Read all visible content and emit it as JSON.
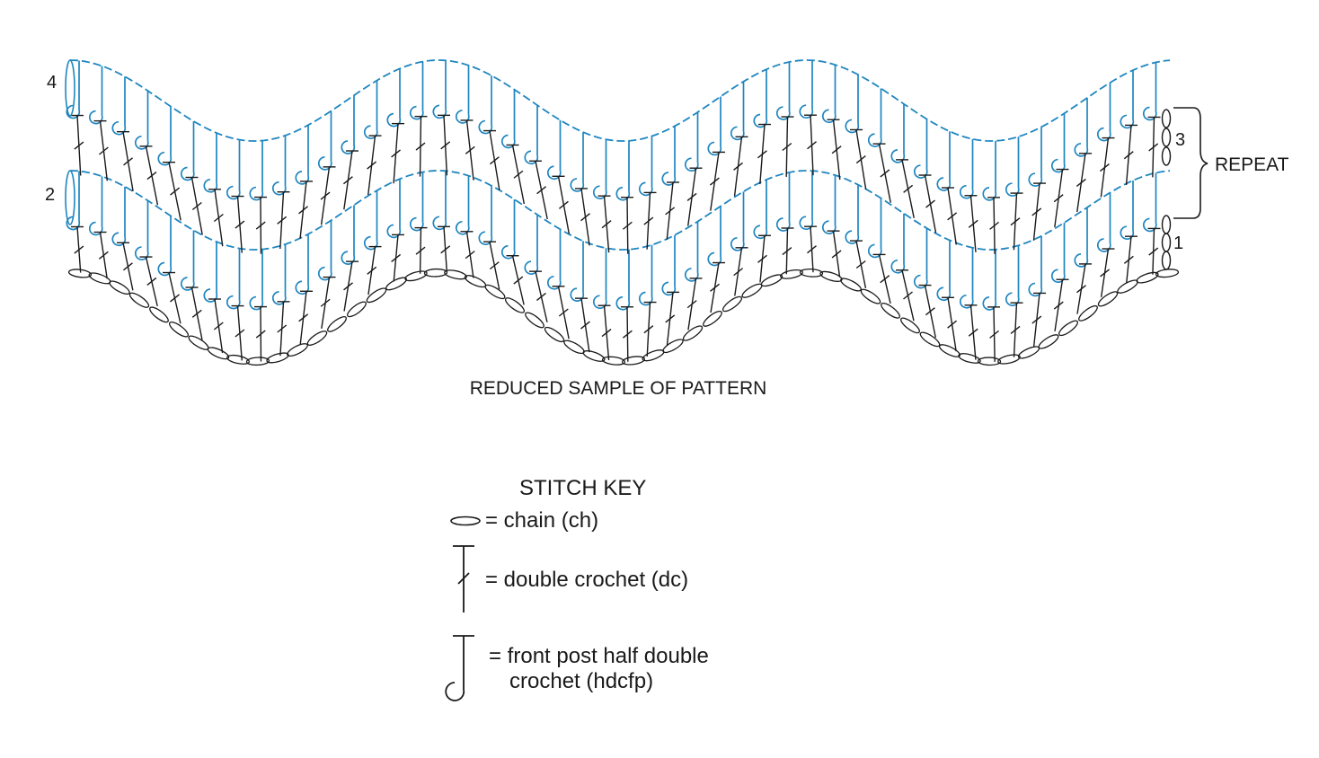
{
  "diagram": {
    "row_labels": [
      "4",
      "2",
      "3",
      "1"
    ],
    "repeat_label": "REPEAT",
    "caption": "REDUCED SAMPLE OF PATTERN",
    "colors": {
      "ink": "#1a1a1a",
      "blue_rows": "#1f86c0"
    }
  },
  "stitch_key": {
    "title": "STITCH KEY",
    "chain": "= chain (ch)",
    "double_crochet": "= double crochet (dc)",
    "hdcfp_line1": "= front post half double",
    "hdcfp_line2": "crochet (hdcfp)"
  }
}
